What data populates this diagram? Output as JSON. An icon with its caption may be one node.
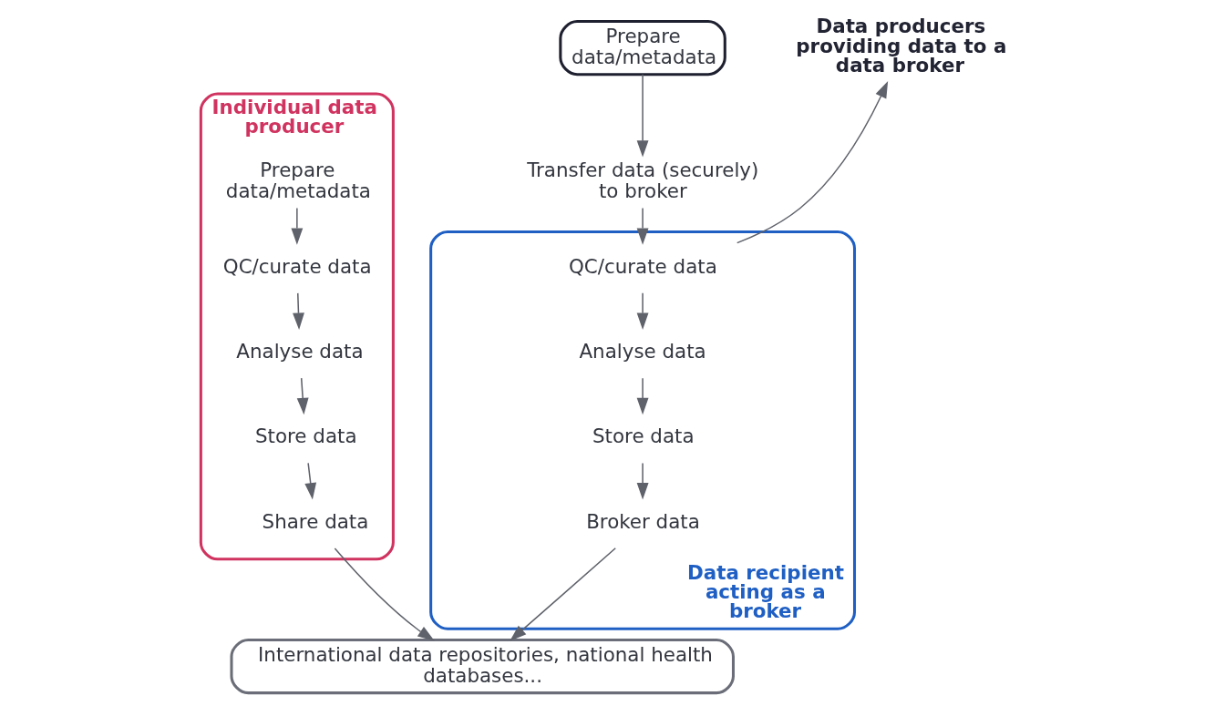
{
  "diagram": {
    "nodes": [
      {
        "text": [
          "Individual data producer"
        ]
      },
      {
        "text": [
          "Prepare data/metadata"
        ],
        "in": 0
      },
      {
        "text": [
          "QC/curate data"
        ],
        "in": 0
      },
      {
        "text": [
          "Analyse data"
        ],
        "in": 0
      },
      {
        "text": [
          "Store data"
        ],
        "in": 0
      },
      {
        "text": [
          "Share data"
        ],
        "in": 0
      },
      {
        "text": [
          "Prepare data/metadata"
        ]
      },
      {
        "text": [
          "Data producers providing data to a data broker"
        ]
      },
      {
        "text": [
          "Transfer data (securely) to broker"
        ]
      },
      {
        "text": [
          "Data recipient acting as a broker"
        ]
      },
      {
        "text": [
          "QC/curate data"
        ],
        "in": 9
      },
      {
        "text": [
          "Analyse data"
        ],
        "in": 9
      },
      {
        "text": [
          "Store data"
        ],
        "in": 9
      },
      {
        "text": [
          "Broker data"
        ],
        "in": 9
      },
      {
        "text": [
          "International data repositories, national health databases..."
        ]
      }
    ],
    "edges": [
      {
        "from": 1,
        "to": 2,
        "arrow": "to"
      },
      {
        "from": 2,
        "to": 3,
        "arrow": "to"
      },
      {
        "from": 3,
        "to": 4,
        "arrow": "to"
      },
      {
        "from": 4,
        "to": 5,
        "arrow": "to"
      },
      {
        "from": 5,
        "to": 14,
        "arrow": "to"
      },
      {
        "from": 6,
        "to": 8,
        "arrow": "to"
      },
      {
        "from": 8,
        "to": 10,
        "arrow": "to"
      },
      {
        "from": 10,
        "to": 7,
        "arrow": "to"
      },
      {
        "from": 10,
        "to": 11,
        "arrow": "to"
      },
      {
        "from": 11,
        "to": 12,
        "arrow": "to"
      },
      {
        "from": 12,
        "to": 13,
        "arrow": "to"
      },
      {
        "from": 13,
        "to": 14,
        "arrow": "to"
      }
    ]
  }
}
